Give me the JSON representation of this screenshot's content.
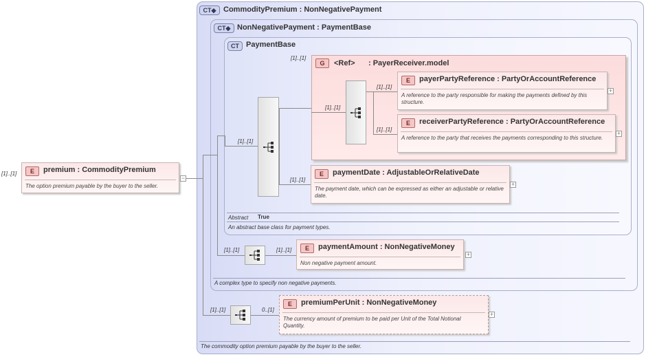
{
  "cardinality": {
    "root": "[1]..[1]",
    "seq_premium_per_unit": "[1]..[1]",
    "premium_per_unit": "0..[1]",
    "seq_payment_amount": "[1]..[1]",
    "payment_amount": "[1]..[1]",
    "seq_payment_base": "[1]..[1]",
    "group_ref": "[1]..[1]",
    "seq_inner": "[1]..[1]",
    "payer": "[1]..[1]",
    "receiver": "[1]..[1]",
    "payment_date": "[1]..[1]"
  },
  "root_element": {
    "badge": "E",
    "title": "premium : CommodityPremium",
    "description": "The option premium payable by the buyer to the seller."
  },
  "commodity_premium": {
    "badge": "CT",
    "title": "CommodityPremium : NonNegativePayment",
    "description": "The commodity option premium payable by the buyer to the seller."
  },
  "non_negative_payment": {
    "badge": "CT",
    "title": "NonNegativePayment : PaymentBase",
    "description": "A complex type to specify non negative payments."
  },
  "payment_base": {
    "badge": "CT",
    "title": "PaymentBase",
    "abstract_label": "Abstract",
    "abstract_value": "True",
    "description": "An abstract base class for payment types."
  },
  "group_ref": {
    "badge": "G",
    "ref_label": "<Ref>",
    "title": ": PayerReceiver.model"
  },
  "payer": {
    "badge": "E",
    "title": "payerPartyReference : PartyOrAccountReference",
    "description": "A reference to the party responsible for making the payments defined by this structure."
  },
  "receiver": {
    "badge": "E",
    "title": "receiverPartyReference : PartyOrAccountReference",
    "description": "A reference to the party that receives the payments corresponding to this structure."
  },
  "payment_date": {
    "badge": "E",
    "title": "paymentDate : AdjustableOrRelativeDate",
    "description": "The payment date, which can be expressed as either an adjustable or relative date."
  },
  "payment_amount": {
    "badge": "E",
    "title": "paymentAmount : NonNegativeMoney",
    "description": "Non negative payment amount."
  },
  "premium_per_unit": {
    "badge": "E",
    "title": "premiumPerUnit : NonNegativeMoney",
    "description": "The currency amount of premium to be paid per Unit of the Total Notional Quantity."
  },
  "expand_glyph": "+",
  "collapse_glyph": "−",
  "icons": {
    "sequence": "sequence-compositor-icon",
    "ct_extension": "ct-extension-icon"
  },
  "colors": {
    "complex_type_fill": "#dfe3f8",
    "element_fill": "#fce8e8",
    "group_fill": "#fcdcdc"
  }
}
